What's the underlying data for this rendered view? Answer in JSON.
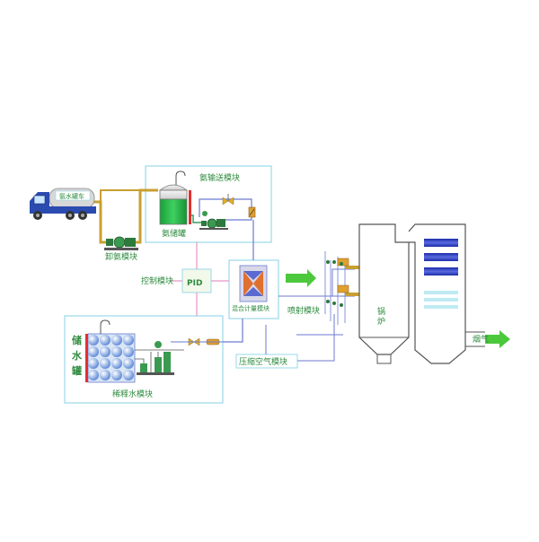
{
  "labels": {
    "truck_tank": "氨水罐车",
    "unload_module": "卸氨模块",
    "transport_module": "氨输送模块",
    "storage_tank": "氨储罐",
    "control_module": "控制模块",
    "pid": "PID",
    "mixing_module": "混合计量模块",
    "spray_module": "喷射模块",
    "boiler_char1": "锅",
    "boiler_char2": "炉",
    "flue_gas": "烟气",
    "water_tank_c1": "储",
    "water_tank_c2": "水",
    "water_tank_c3": "罐",
    "dilution_module": "稀释水模块",
    "compressed_air_module": "压缩空气模块"
  },
  "colors": {
    "module_border": "#9ad8e8",
    "label_green": "#2e8b3e",
    "pipe_yellow": "#c8a030",
    "pipe_blue": "#6c7ad0",
    "pipe_pink": "#e596c8",
    "tank_green": "#1aa53a",
    "arrow_green": "#4cc83c"
  }
}
